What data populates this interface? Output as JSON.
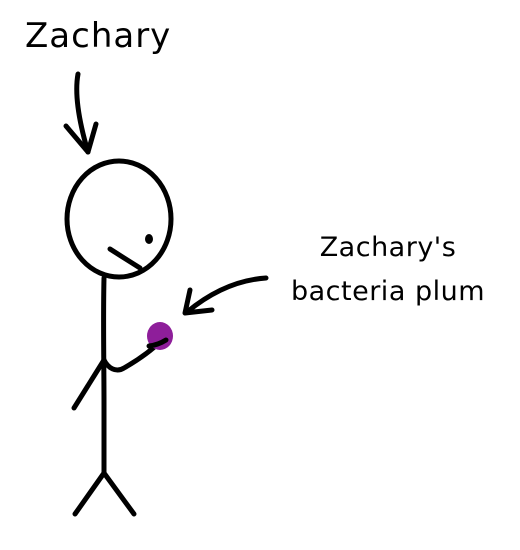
{
  "labels": {
    "person_name": "Zachary",
    "object_caption_line1": "Zachary's",
    "object_caption_line2": "bacteria plum"
  },
  "colors": {
    "ink": "#000000",
    "plum": "#8e1e9a",
    "background": "#ffffff"
  }
}
